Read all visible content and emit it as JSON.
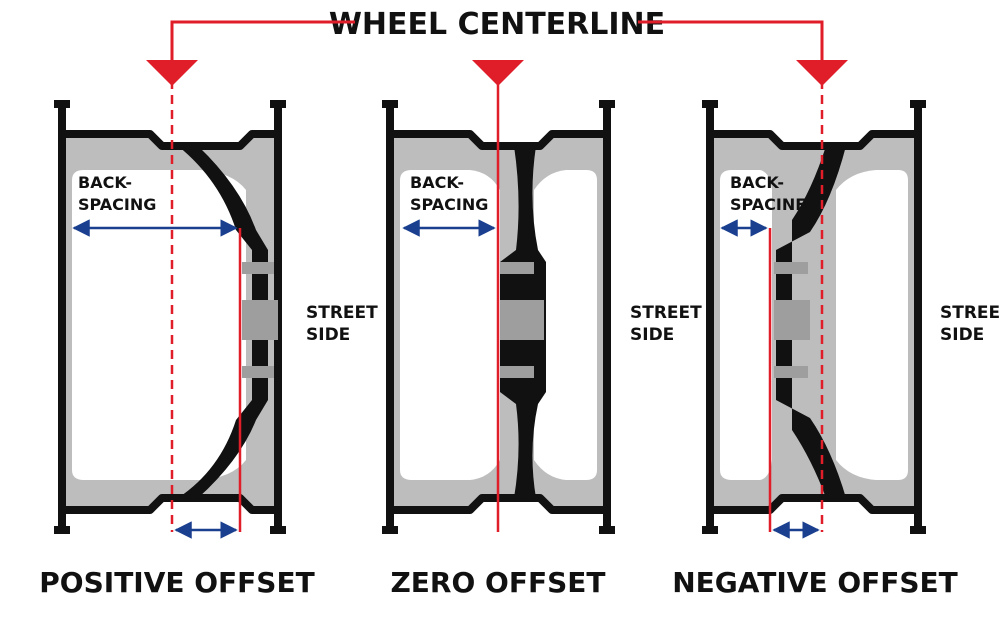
{
  "title": "WHEEL CENTERLINE",
  "colors": {
    "accent_red": "#e01e2a",
    "arrow_blue": "#1b3f8f",
    "rim_black": "#111111",
    "fill_gray": "#bdbdbd"
  },
  "panels": [
    {
      "caption": "POSITIVE OFFSET",
      "measure_label_line1": "BACK-",
      "measure_label_line2": "SPACING",
      "street_line1": "STREET",
      "street_line2": "SIDE"
    },
    {
      "caption": "ZERO OFFSET",
      "measure_label_line1": "BACK-",
      "measure_label_line2": "SPACING",
      "street_line1": "STREET",
      "street_line2": "SIDE"
    },
    {
      "caption": "NEGATIVE  OFFSET",
      "measure_label_line1": "BACK-",
      "measure_label_line2": "SPACINE",
      "street_line1": "STREET",
      "street_line2": "SIDE"
    }
  ]
}
